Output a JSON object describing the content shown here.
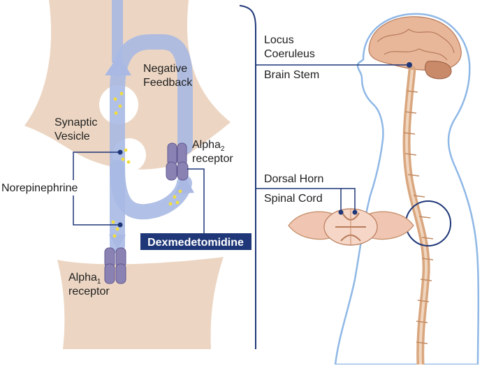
{
  "synapse": {
    "negative_feedback_line1": "Negative",
    "negative_feedback_line2": "Feedback",
    "synaptic_vesicle_line1": "Synaptic",
    "synaptic_vesicle_line2": "Vesicle",
    "alpha2_line1": "Alpha",
    "alpha2_sub": "2",
    "alpha2_line2": "receptor",
    "norepinephrine": "Norepinephrine",
    "dexmedetomidine": "Dexmedetomidine",
    "alpha1_line1": "Alpha",
    "alpha1_sub": "1",
    "alpha1_line2": "receptor"
  },
  "anatomy": {
    "locus_line1": "Locus",
    "locus_line2": "Coeruleus",
    "brain_stem": "Brain Stem",
    "dorsal_horn": "Dorsal Horn",
    "spinal_cord": "Spinal Cord"
  },
  "colors": {
    "neuron": "#ecd6c3",
    "arrow": "#a9b9e3",
    "receptor": "#8b82b4",
    "leader": "#1f3778",
    "label_box": "#1f3778",
    "body_outline": "#8fb8e6",
    "dots": "#f2de3a",
    "spine": "#d9a77f"
  }
}
